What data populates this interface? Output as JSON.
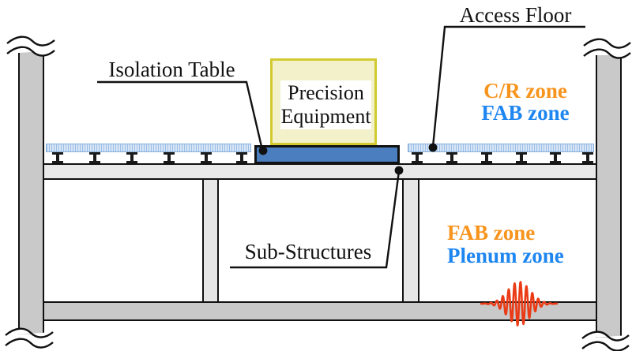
{
  "labels": {
    "access_floor": "Access Floor",
    "isolation_table": "Isolation Table",
    "sub_structures": "Sub-Structures",
    "precision_equipment": "Precision Equipment"
  },
  "zones": {
    "upper": {
      "line1": "C/R zone",
      "line2": "FAB zone"
    },
    "lower": {
      "line1": "FAB zone",
      "line2": "Plenum zone"
    }
  },
  "colors": {
    "zone_orange": "#F7941D",
    "zone_blue": "#1E86F0",
    "isolation_table_fill": "#4A7EBF",
    "equipment_fill": "#F2F1C9",
    "equipment_border": "#D2CA30",
    "access_floor_fill": "#D7E6F6",
    "structure_gray": "#C9C9C9",
    "slab_gray": "#E9E9E9",
    "vibration_red": "#EA3B16",
    "line_black": "#111111"
  },
  "icons": {
    "pipe_break": "pipe-break-icon",
    "pedestal": "floor-pedestal-icon",
    "vibration": "vibration-wave-icon",
    "leader_dot": "leader-dot"
  }
}
